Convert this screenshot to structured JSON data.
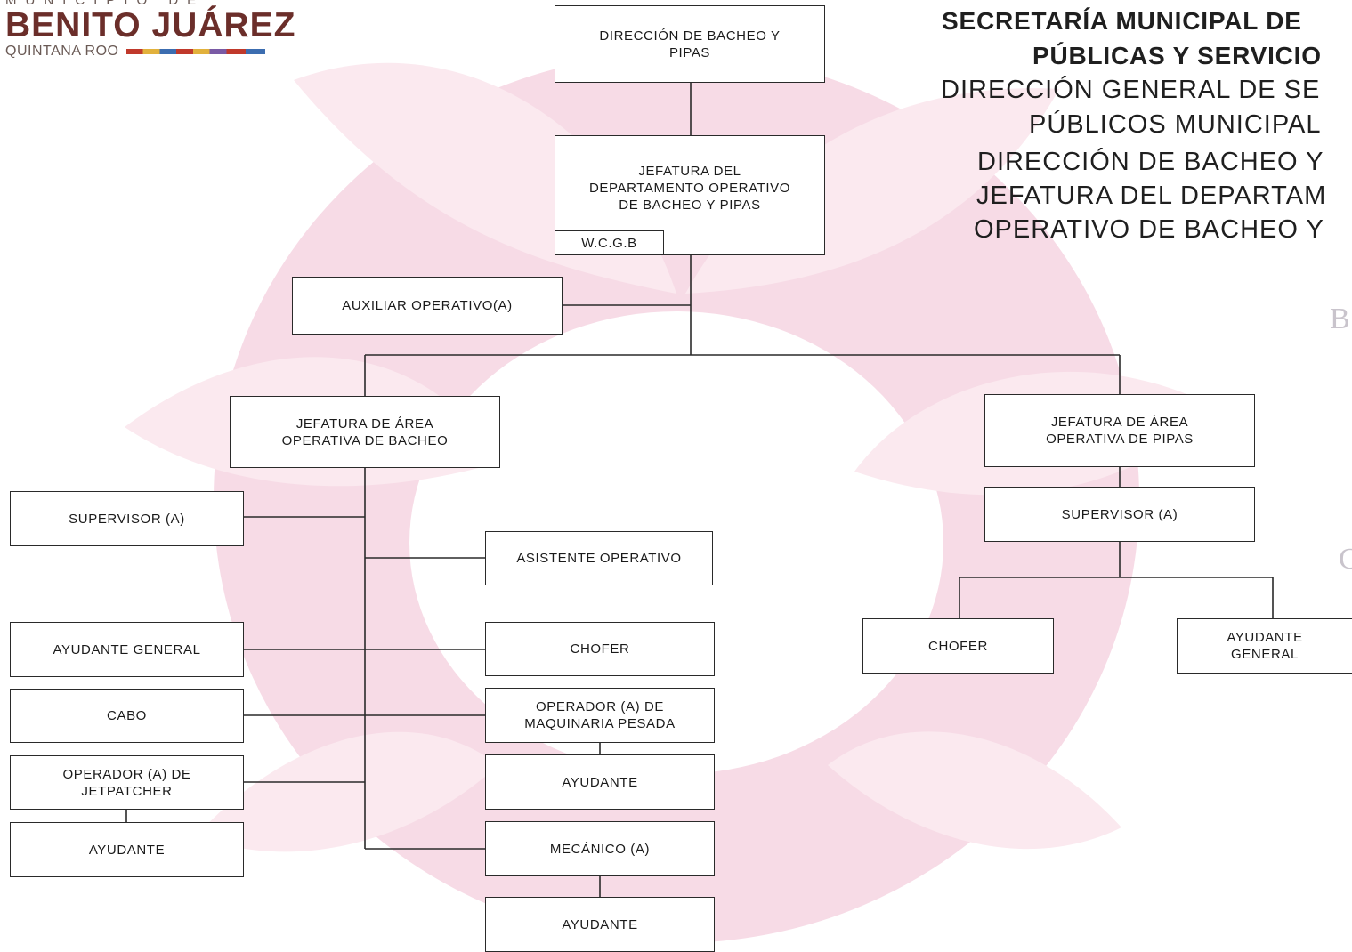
{
  "logo": {
    "municipio": "MUNICIPIO DE",
    "name": "BENITO JUÁREZ",
    "state": "QUINTANA ROO"
  },
  "header": {
    "line1": "SECRETARÍA MUNICIPAL DE",
    "line2": "PÚBLICAS Y SERVICIO",
    "line3": "DIRECCIÓN GENERAL DE SE",
    "line4": "PÚBLICOS MUNICIPAL",
    "line5": "DIRECCIÓN DE BACHEO Y",
    "line6": "JEFATURA DEL DEPARTAM",
    "line7": "OPERATIVO DE BACHEO Y"
  },
  "side_letters": {
    "a": "B",
    "b": "C"
  },
  "org": {
    "direccion": "DIRECCIÓN DE BACHEO Y\nPIPAS",
    "jefatura_depto": "JEFATURA DEL\nDEPARTAMENTO OPERATIVO\nDE  BACHEO Y PIPAS",
    "initials": "W.C.G.B",
    "auxiliar": "AUXILIAR OPERATIVO(A)",
    "jefatura_bacheo": "JEFATURA DE ÁREA\nOPERATIVA DE BACHEO",
    "jefatura_pipas": "JEFATURA DE ÁREA\nOPERATIVA DE PIPAS",
    "supervisor_bacheo": "SUPERVISOR (A)",
    "asistente": "ASISTENTE OPERATIVO",
    "ayudante_general_left": "AYUDANTE GENERAL",
    "chofer_bacheo": "CHOFER",
    "cabo": "CABO",
    "operador_maquinaria": "OPERADOR (A) DE\nMAQUINARIA PESADA",
    "operador_jetpatcher": "OPERADOR (A) DE\nJETPATCHER",
    "ayudante_center": "AYUDANTE",
    "ayudante_left": "AYUDANTE",
    "mecanico": "MECÁNICO (A)",
    "ayudante_bottom": "AYUDANTE",
    "supervisor_pipas": "SUPERVISOR (A)",
    "chofer_pipas": "CHOFER",
    "ayudante_general_right": "AYUDANTE\nGENERAL"
  }
}
